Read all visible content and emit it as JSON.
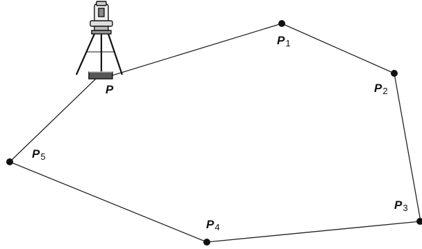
{
  "diagram": {
    "station": {
      "letter": "P",
      "subscript": ""
    },
    "points": [
      {
        "id": "p1",
        "letter": "P",
        "subscript": "1"
      },
      {
        "id": "p2",
        "letter": "P",
        "subscript": "2"
      },
      {
        "id": "p3",
        "letter": "P",
        "subscript": "3"
      },
      {
        "id": "p4",
        "letter": "P",
        "subscript": "4"
      },
      {
        "id": "p5",
        "letter": "P",
        "subscript": "5"
      }
    ]
  },
  "colors": {
    "line": "#222222",
    "point": "#111111",
    "background": "#ffffff"
  },
  "icons": {
    "station": "total-station-tripod-icon"
  }
}
